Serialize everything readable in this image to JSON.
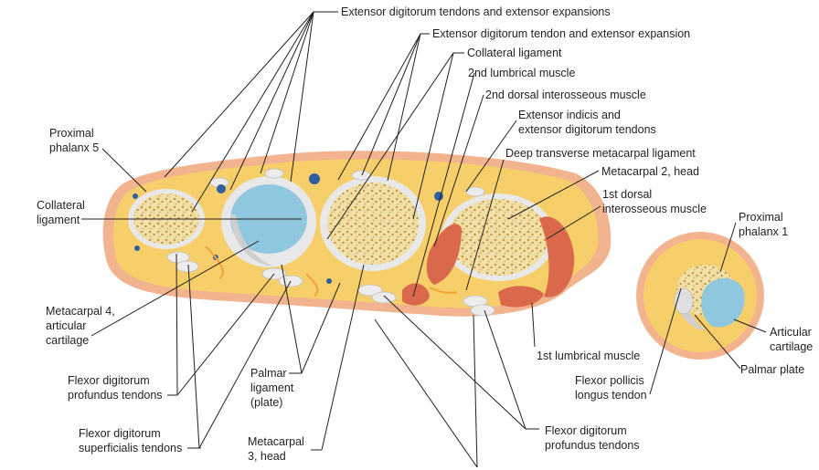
{
  "labels": {
    "extensor_tendons_expansions": "Extensor digitorum tendons and extensor expansions",
    "extensor_tendon_expansion": "Extensor digitorum tendon and extensor expansion",
    "collateral_ligament_top": "Collateral ligament",
    "lumbrical_2": "2nd lumbrical muscle",
    "dorsal_interosseous_2": "2nd dorsal interosseous muscle",
    "extensor_indicis_l1": "Extensor indicis and",
    "extensor_indicis_l2": "extensor digitorum tendons",
    "deep_transverse": "Deep transverse metacarpal ligament",
    "metacarpal2_head": "Metacarpal 2, head",
    "dorsal_interosseous_1_l1": "1st dorsal",
    "dorsal_interosseous_1_l2": "interosseous muscle",
    "proximal_phalanx5_l1": "Proximal",
    "proximal_phalanx5_l2": "phalanx 5",
    "collateral_ligament_left_l1": "Collateral",
    "collateral_ligament_left_l2": "ligament",
    "metacarpal4_l1": "Metacarpal 4,",
    "metacarpal4_l2": "articular",
    "metacarpal4_l3": "cartilage",
    "fdp_left_l1": "Flexor digitorum",
    "fdp_left_l2": "profundus tendons",
    "fds_l1": "Flexor digitorum",
    "fds_l2": "superficialis tendons",
    "palmar_lig_l1": "Palmar",
    "palmar_lig_l2": "ligament",
    "palmar_lig_l3": "(plate)",
    "metacarpal3_l1": "Metacarpal",
    "metacarpal3_l2": "3, head",
    "lumbrical_1": "1st lumbrical muscle",
    "fdp_right_l1": "Flexor digitorum",
    "fdp_right_l2": "profundus tendons",
    "fpl_l1": "Flexor pollicis",
    "fpl_l2": "longus tendon",
    "proximal_phalanx1_l1": "Proximal",
    "proximal_phalanx1_l2": "phalanx 1",
    "articular_cartilage_l1": "Articular",
    "articular_cartilage_l2": "cartilage",
    "palmar_plate": "Palmar plate"
  },
  "colors": {
    "skin": "#f2b48f",
    "fat": "#f7cf6a",
    "bone": "#f0dfa6",
    "bone_spots": "#c79a4a",
    "cartilage": "#8fc7df",
    "muscle": "#d9694a",
    "tendon": "#e8e8e8",
    "vessel": "#2f5f9e",
    "nerve": "#f2a33a",
    "leader": "#231f20"
  }
}
